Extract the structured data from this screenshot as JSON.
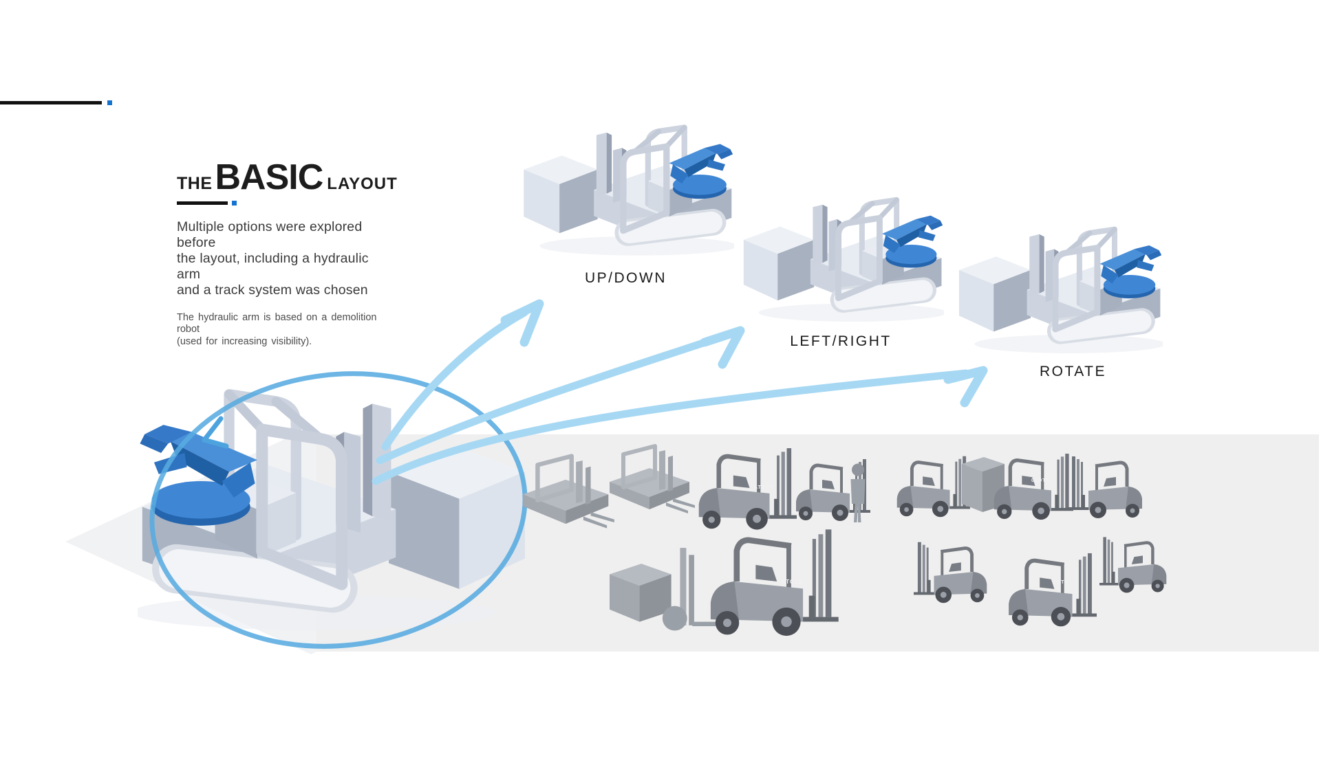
{
  "header": {
    "title_pre": "THE",
    "title_main": "BASIC",
    "title_post": "LAYOUT"
  },
  "intro": {
    "lines": [
      "Multiple options were explored before",
      "the layout, including a hydraulic arm",
      "and a track system was chosen"
    ]
  },
  "note": {
    "lines": [
      "The hydraulic arm is based on a demolition robot",
      "(used for increasing visibility)."
    ]
  },
  "variants": [
    {
      "id": "up-down",
      "label": "UP/DOWN"
    },
    {
      "id": "left-right",
      "label": "LEFT/RIGHT"
    },
    {
      "id": "rotate",
      "label": "ROTATE"
    }
  ],
  "main_concept": {
    "description": "chosen basic layout concept render, circled in blue"
  },
  "gallery": {
    "description": "reference forklift images on gray band",
    "items": [
      {
        "name": "concept-forklift-cad-1"
      },
      {
        "name": "concept-forklift-cad-2"
      },
      {
        "name": "counterbalance-forklift-photo",
        "logo": "ATOYO"
      },
      {
        "name": "operator-standing-by-forklift-photo"
      },
      {
        "name": "forklift-side-photo"
      },
      {
        "name": "forklift-lifting-box-photo",
        "logo": "ATO10"
      },
      {
        "name": "forklift-profile-photo"
      },
      {
        "name": "concept-cube-forklift-cad"
      },
      {
        "name": "large-forklift-photo",
        "logo": "ATO10"
      },
      {
        "name": "cabin-forklift-photo"
      },
      {
        "name": "forklift-three-quarter-photo",
        "logo": "ATO1"
      },
      {
        "name": "forklift-rear-photo"
      }
    ]
  },
  "colors": {
    "accent_blue": "#1573d0",
    "arrow_blue": "#a7d8f3",
    "circle_blue": "#58abe0",
    "arm_blue": "#2e78c8",
    "band_gray": "#efefef",
    "text_dark": "#1c1c1c"
  }
}
